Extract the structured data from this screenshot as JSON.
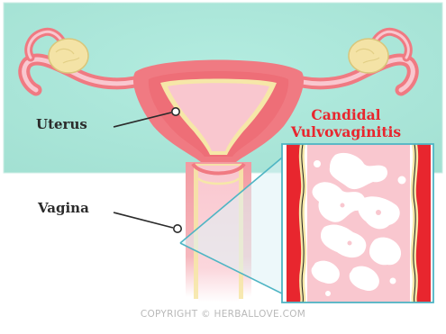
{
  "labels": {
    "uterus": "Uterus",
    "vagina": "Vagina"
  },
  "callout": {
    "line1": "Candidal",
    "line2": "Vulvovaginitis"
  },
  "copyright": "COPYRIGHT © HERBALLOVE.COM",
  "colors": {
    "background_panel": "#a9e6d8",
    "tissue_outer": "#f07a82",
    "tissue_inner": "#f9c7cf",
    "lining_yellow": "#f6e7a8",
    "muscle_red": "#e8262e",
    "infection_white": "#ffffff",
    "callout_text": "#e8262e",
    "label_text": "#2b2b2b",
    "callout_border": "#4fb5c4"
  }
}
